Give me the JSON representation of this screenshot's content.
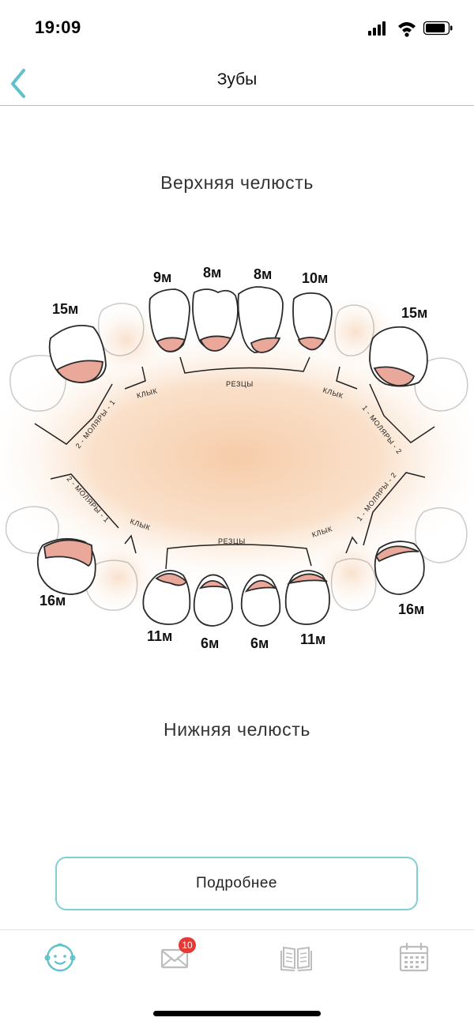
{
  "status": {
    "time": "19:09"
  },
  "nav": {
    "title": "Зубы"
  },
  "upper_jaw_title": "Верхняя челюсть",
  "lower_jaw_title": "Нижняя челюсть",
  "diagram": {
    "upper_teeth": {
      "left_molar": "15м",
      "left_incisor_outer": "9м",
      "left_incisor_inner": "8м",
      "right_incisor_inner": "8м",
      "right_incisor_outer": "10м",
      "right_molar": "15м"
    },
    "lower_teeth": {
      "left_molar": "16м",
      "left_incisor_outer": "11м",
      "left_incisor_inner": "6м",
      "right_incisor_inner": "6м",
      "right_incisor_outer": "11м",
      "right_molar": "16м"
    },
    "groups": {
      "incisors": "РЕЗЦЫ",
      "canine": "КЛЫК",
      "molars_2_1": "2 - МОЛЯРЫ - 1",
      "molars_1_2": "1 - МОЛЯРЫ - 2"
    }
  },
  "more_button": "Подробнее",
  "tabs": [
    {
      "icon": "baby-face-icon",
      "active": true
    },
    {
      "icon": "mail-icon",
      "badge": "10"
    },
    {
      "icon": "book-icon"
    },
    {
      "icon": "calendar-icon"
    }
  ],
  "colors": {
    "accent": "#7fd0d6",
    "gum": "#e9a89a",
    "glow": "#f6c9a4",
    "badge": "#e53935"
  }
}
